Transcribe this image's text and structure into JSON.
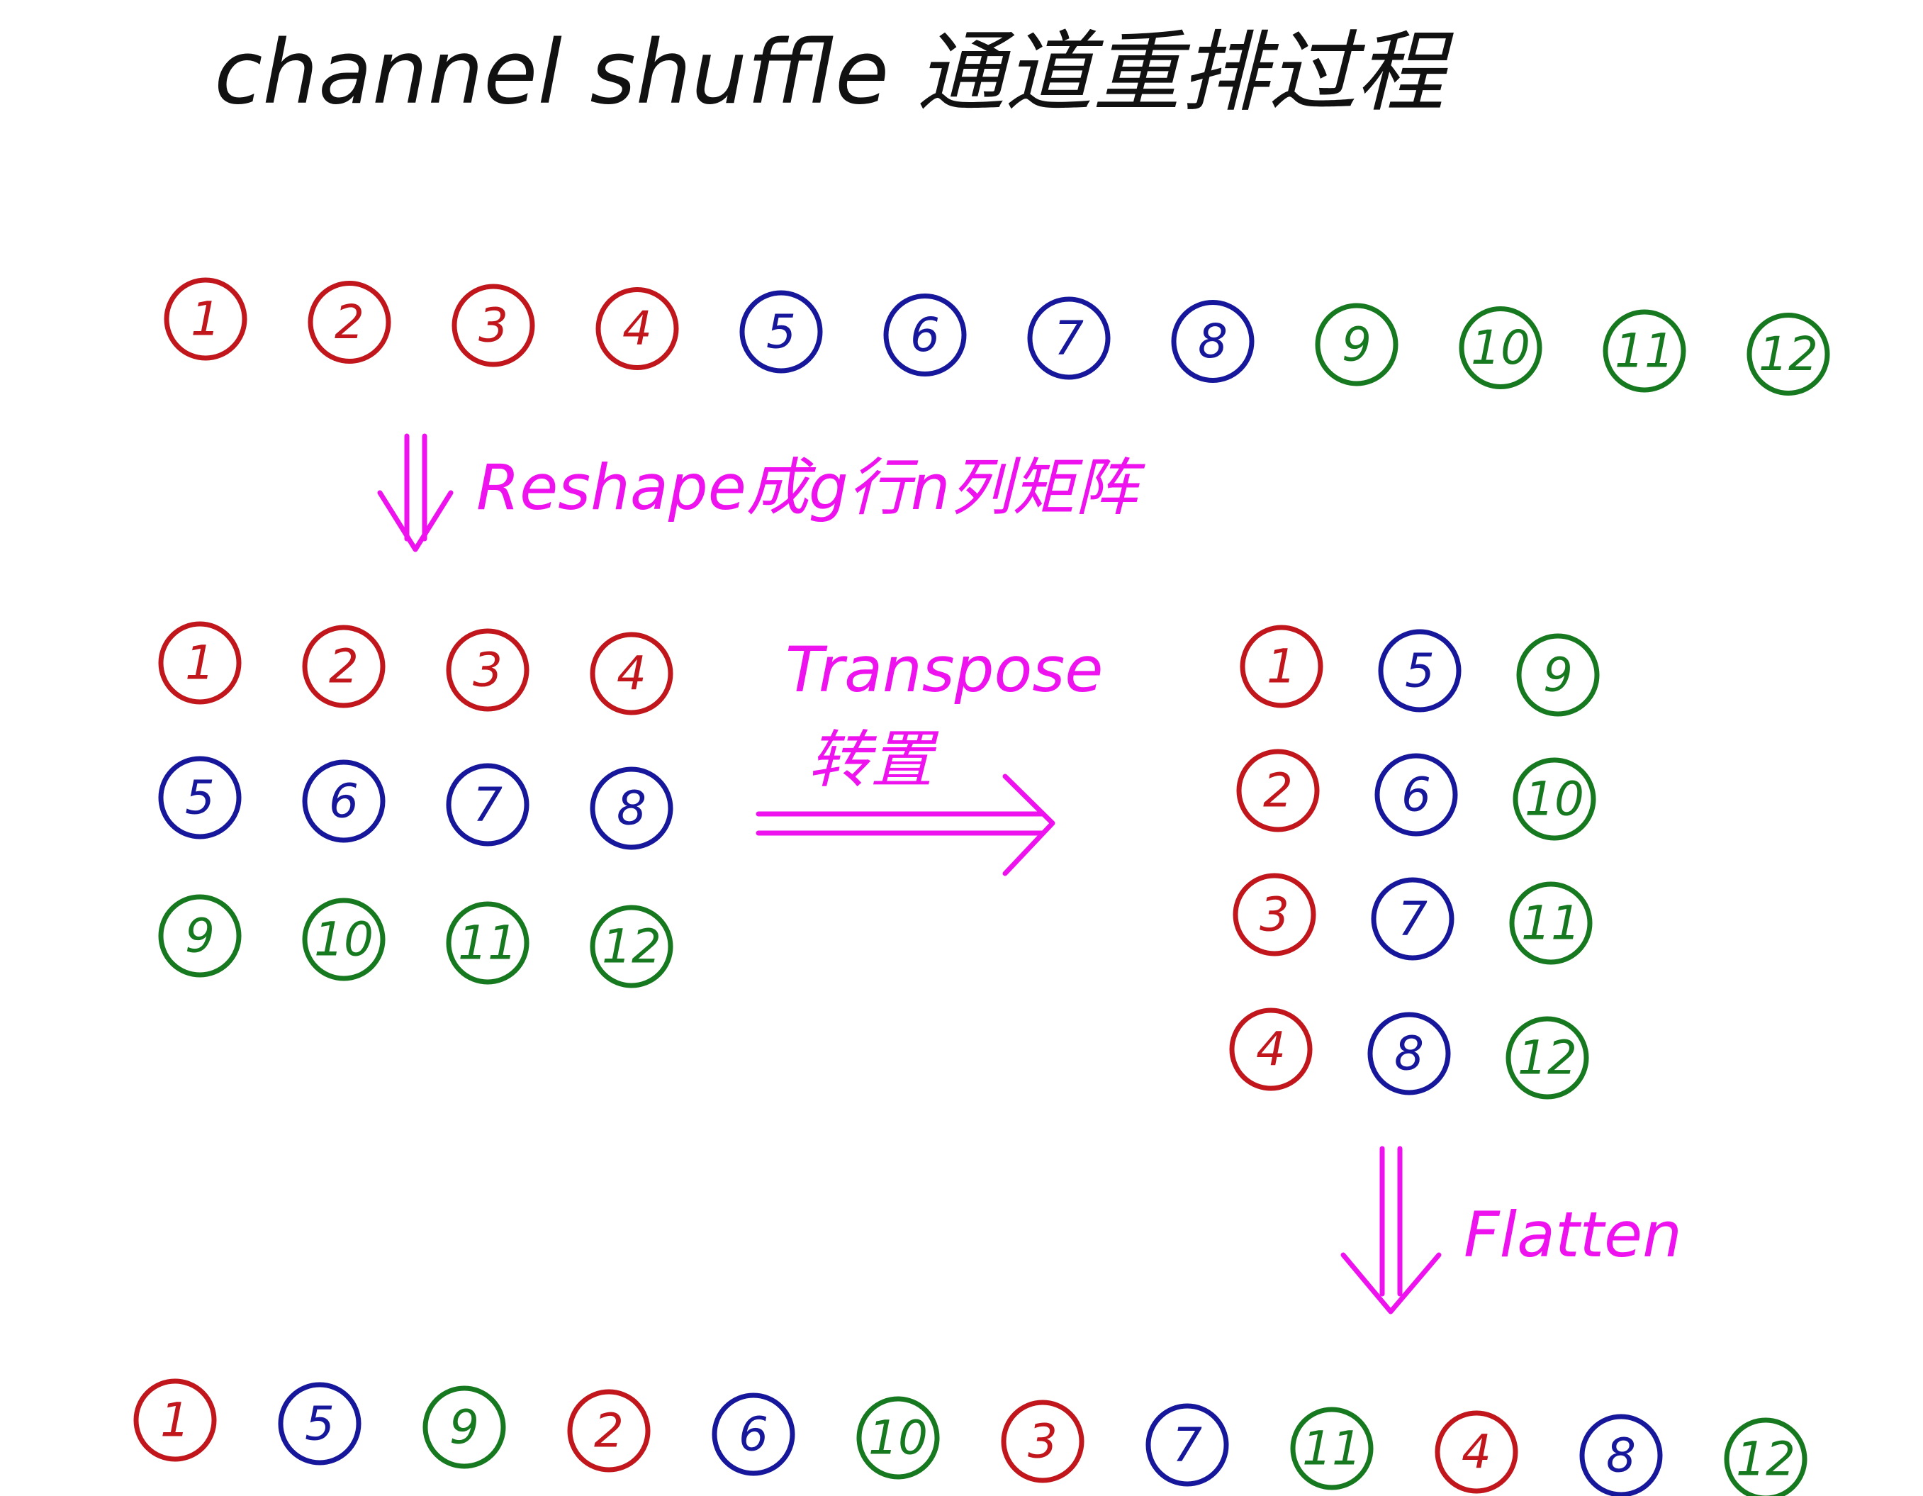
{
  "title": "channel shuffle 通道重排过程",
  "colors": {
    "group1": "#c0161c",
    "group2": "#16179a",
    "group3": "#16791f",
    "annotation": "#ee12ee",
    "title": "#111111"
  },
  "steps": {
    "reshape_label": "Reshape成g行n列矩阵",
    "transpose_label": "Transpose",
    "transpose_label_cn": "转置",
    "flatten_label": "Flatten"
  },
  "input_sequence": [
    {
      "label": "1",
      "group": "group1"
    },
    {
      "label": "2",
      "group": "group1"
    },
    {
      "label": "3",
      "group": "group1"
    },
    {
      "label": "4",
      "group": "group1"
    },
    {
      "label": "5",
      "group": "group2"
    },
    {
      "label": "6",
      "group": "group2"
    },
    {
      "label": "7",
      "group": "group2"
    },
    {
      "label": "8",
      "group": "group2"
    },
    {
      "label": "9",
      "group": "group3"
    },
    {
      "label": "10",
      "group": "group3"
    },
    {
      "label": "11",
      "group": "group3"
    },
    {
      "label": "12",
      "group": "group3"
    }
  ],
  "reshaped_matrix": [
    [
      {
        "label": "1",
        "group": "group1"
      },
      {
        "label": "2",
        "group": "group1"
      },
      {
        "label": "3",
        "group": "group1"
      },
      {
        "label": "4",
        "group": "group1"
      }
    ],
    [
      {
        "label": "5",
        "group": "group2"
      },
      {
        "label": "6",
        "group": "group2"
      },
      {
        "label": "7",
        "group": "group2"
      },
      {
        "label": "8",
        "group": "group2"
      }
    ],
    [
      {
        "label": "9",
        "group": "group3"
      },
      {
        "label": "10",
        "group": "group3"
      },
      {
        "label": "11",
        "group": "group3"
      },
      {
        "label": "12",
        "group": "group3"
      }
    ]
  ],
  "transposed_matrix": [
    [
      {
        "label": "1",
        "group": "group1"
      },
      {
        "label": "5",
        "group": "group2"
      },
      {
        "label": "9",
        "group": "group3"
      }
    ],
    [
      {
        "label": "2",
        "group": "group1"
      },
      {
        "label": "6",
        "group": "group2"
      },
      {
        "label": "10",
        "group": "group3"
      }
    ],
    [
      {
        "label": "3",
        "group": "group1"
      },
      {
        "label": "7",
        "group": "group2"
      },
      {
        "label": "11",
        "group": "group3"
      }
    ],
    [
      {
        "label": "4",
        "group": "group1"
      },
      {
        "label": "8",
        "group": "group2"
      },
      {
        "label": "12",
        "group": "group3"
      }
    ]
  ],
  "output_sequence": [
    {
      "label": "1",
      "group": "group1"
    },
    {
      "label": "5",
      "group": "group2"
    },
    {
      "label": "9",
      "group": "group3"
    },
    {
      "label": "2",
      "group": "group1"
    },
    {
      "label": "6",
      "group": "group2"
    },
    {
      "label": "10",
      "group": "group3"
    },
    {
      "label": "3",
      "group": "group1"
    },
    {
      "label": "7",
      "group": "group2"
    },
    {
      "label": "11",
      "group": "group3"
    },
    {
      "label": "4",
      "group": "group1"
    },
    {
      "label": "8",
      "group": "group2"
    },
    {
      "label": "12",
      "group": "group3"
    }
  ]
}
